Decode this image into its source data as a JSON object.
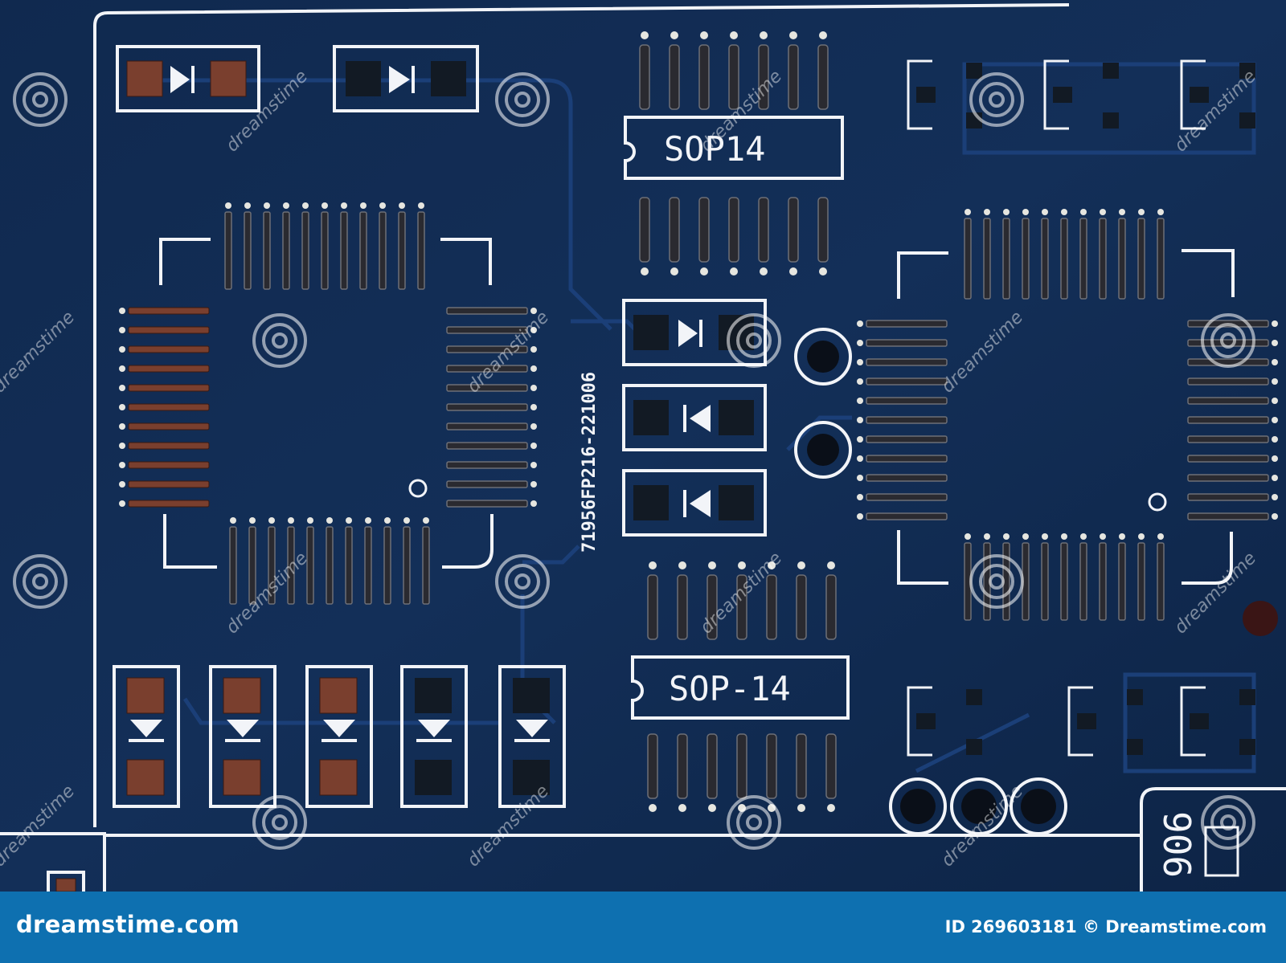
{
  "pcb": {
    "label_top": "SOP14",
    "label_bottom": "SOP-14",
    "part_number": "71956FP216-221006",
    "edge_mark": "906"
  },
  "watermark": {
    "text": "dreamstime"
  },
  "footer": {
    "logo": "dreamstime.com",
    "id_text": "ID 269603181 © Dreamstime.com"
  },
  "colors": {
    "board": "#0f2a4e",
    "silkscreen": "#f2f4f8",
    "copper": "#7a3f2e",
    "footer_bar": "#0e70b0"
  }
}
